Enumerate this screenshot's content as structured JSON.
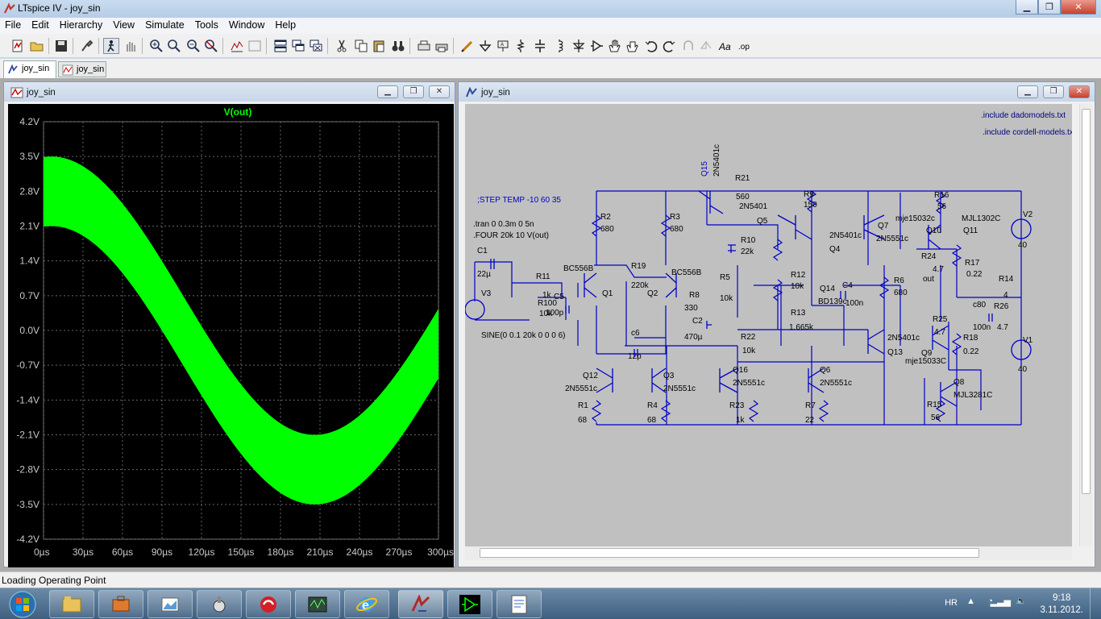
{
  "window": {
    "title": "LTspice IV - joy_sin"
  },
  "window_buttons": {
    "minimize": "▭",
    "maximize": "❐",
    "close": "X"
  },
  "menu": [
    "File",
    "Edit",
    "Hierarchy",
    "View",
    "Simulate",
    "Tools",
    "Window",
    "Help"
  ],
  "tabs": [
    {
      "label": "joy_sin",
      "icon": "schematic-icon",
      "active": true
    },
    {
      "label": "joy_sin",
      "icon": "waveform-icon",
      "active": false
    }
  ],
  "waveform_window": {
    "title": "joy_sin",
    "trace_label": "V(out)",
    "trace_color": "#00ff00",
    "background": "#000000"
  },
  "chart_data": {
    "type": "line",
    "title": "V(out)",
    "xlabel": "",
    "ylabel": "",
    "x_ticks": [
      "0µs",
      "30µs",
      "60µs",
      "90µs",
      "120µs",
      "150µs",
      "180µs",
      "210µs",
      "240µs",
      "270µs",
      "300µs"
    ],
    "y_ticks": [
      "4.2V",
      "3.5V",
      "2.8V",
      "2.1V",
      "1.4V",
      "0.7V",
      "0.0V",
      "-0.7V",
      "-1.4V",
      "-2.1V",
      "-2.8V",
      "-3.5V",
      "-4.2V"
    ],
    "xlim": [
      0,
      300
    ],
    "ylim": [
      -4.2,
      4.2
    ],
    "grid": true,
    "series": [
      {
        "name": "V(out)",
        "description_type": "envelope",
        "carrier_freq_khz": 20,
        "envelope_freq_khz": 2.5,
        "peak_high_v": 3.5,
        "peak_low_v": -3.55,
        "inner_high_v": 2.1,
        "inner_low_v": -2.1
      }
    ]
  },
  "schematic_window": {
    "title": "joy_sin",
    "directives": [
      ".include dadomodels.txt",
      ".include cordell-models.txt",
      ";STEP TEMP -10 60 35",
      ".tran 0 0.3m 0 5n",
      ".FOUR 20k 10 V(out)"
    ],
    "labels": [
      "Q15",
      "2N5401c",
      "R21",
      "560",
      "2N5401",
      "Q5",
      "R9",
      "150",
      "R16",
      "56",
      "mje15032c",
      "MJL1302C",
      "Q10",
      "Q11",
      "V2",
      "40",
      "R2",
      "680",
      "R3",
      "680",
      "R10",
      "22k",
      "2N5401c",
      "Q7",
      "2N5551c",
      "Q4",
      "R24",
      "4.7",
      "out",
      "R17",
      "0.22",
      "C1",
      "22µ",
      "V3",
      "R11",
      "1k",
      "R100",
      "10k",
      "C5",
      "100p",
      "BC556B",
      "R19",
      "220k",
      "Q1",
      "BC556B",
      "Q2",
      "R5",
      "10k",
      "R8",
      "330",
      "C2",
      "470µ",
      "R12",
      "10k",
      "Q14",
      "BD139c",
      "C4",
      "100n",
      "R6",
      "680",
      "R14",
      "4",
      "R13",
      "1.665k",
      "c80",
      "100n",
      "R26",
      "4.7",
      "V1",
      "40",
      "SINE(0 0.1 20k 0 0 0 6)",
      "c6",
      "12p",
      "R22",
      "10k",
      "2N5401c",
      "Q13",
      "R25",
      "4.7",
      "Q9",
      "mje15033C",
      "R18",
      "0.22",
      "Q12",
      "2N5551c",
      "Q3",
      "2N5551c",
      "Q16",
      "2N5551c",
      "Q6",
      "2N5551c",
      "Q8",
      "MJL3281C",
      "R1",
      "68",
      "R4",
      "68",
      "R23",
      "1k",
      "R7",
      "22",
      "R15",
      "56"
    ]
  },
  "status": {
    "text": "Loading Operating Point"
  },
  "taskbar": {
    "lang": "HR",
    "time": "9:18",
    "date": "3.11.2012."
  }
}
